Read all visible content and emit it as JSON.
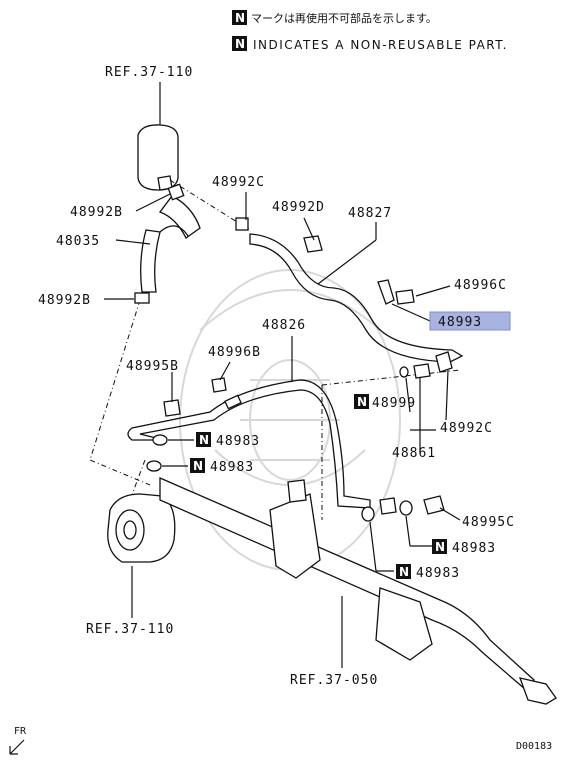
{
  "legend": {
    "symbol": "N",
    "line_jp": "マークは再使用不可部品を示します。",
    "line_en": "INDICATES A NON-REUSABLE PART."
  },
  "refs": {
    "top": "REF.37-110",
    "pump": "REF.37-110",
    "gear": "REF.37-050"
  },
  "parts": {
    "p48992C_top": "48992C",
    "p48992D": "48992D",
    "p48827": "48827",
    "p48992B_a": "48992B",
    "p48035": "48035",
    "p48996C": "48996C",
    "p48992B_b": "48992B",
    "p48993": "48993",
    "p48826": "48826",
    "p48996B": "48996B",
    "p48995B": "48995B",
    "p48999": "48999",
    "p48983_a": "48983",
    "p48992C_right": "48992C",
    "p48983_b": "48983",
    "p48861": "48861",
    "p48995C": "48995C",
    "p48983_c": "48983",
    "p48983_d": "48983"
  },
  "highlight_color": "#a9b3e0",
  "footer": {
    "direction": "FR",
    "diagram_code": "D00183"
  }
}
